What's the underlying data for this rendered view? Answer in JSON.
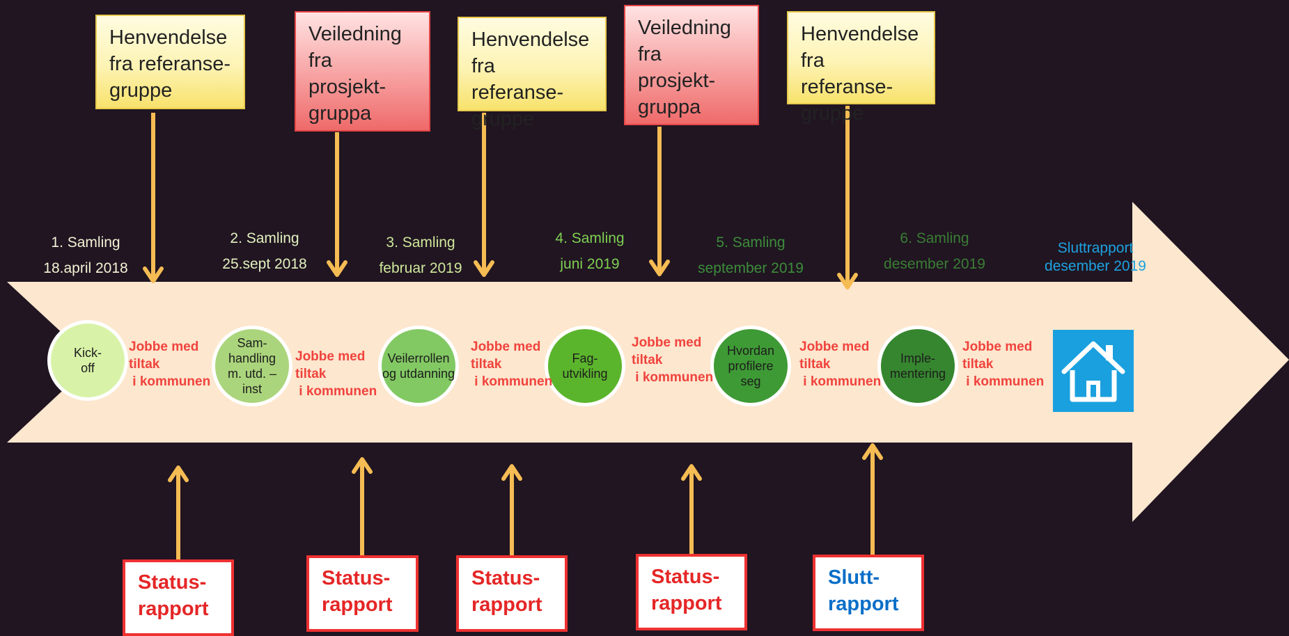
{
  "colors": {
    "background": "#201521",
    "arrow": "#fde7cf",
    "connector": "#f5bc54",
    "work_text": "#f0433d",
    "report_red": "#e52626",
    "report_blue": "#0a6ec8",
    "home_blue": "#1aa0de"
  },
  "top_boxes": [
    {
      "text": "Henvendelse\nfra referanse-\ngruppe",
      "kind": "yellow"
    },
    {
      "text": "Veiledning\nfra\nprosjekt-\ngruppa",
      "kind": "red"
    },
    {
      "text": "Henvendelse\nfra referanse-\ngruppe",
      "kind": "yellow"
    },
    {
      "text": "Veiledning\nfra\nprosjekt-\ngruppa",
      "kind": "red"
    },
    {
      "text": "Henvendelse\nfra referanse-\ngruppe",
      "kind": "yellow"
    }
  ],
  "sessions": [
    {
      "text": "1. Samling\n18.april 2018",
      "color": "#f3f3d6"
    },
    {
      "text": "2. Samling\n25.sept 2018",
      "color": "#e3f1c0"
    },
    {
      "text": "3. Samling\nfebruar 2019",
      "color": "#cfe89a"
    },
    {
      "text": "4. Samling\njuni 2019",
      "color": "#7fcf52"
    },
    {
      "text": "5. Samling\nseptember 2019",
      "color": "#3c8d3a"
    },
    {
      "text": "6. Samling\ndesember 2019",
      "color": "#3a7d34"
    }
  ],
  "final_label": "Sluttrapport\ndesember 2019",
  "steps": [
    {
      "text": "Kick-\noff",
      "color": "#d8f3a8"
    },
    {
      "text": "Sam-\nhandling\nm. utd. –\ninst",
      "color": "#abd57c"
    },
    {
      "text": "Veilerrollen\nog utdanning",
      "color": "#82c963"
    },
    {
      "text": "Fag-\nutvikling",
      "color": "#5bb52c"
    },
    {
      "text": "Hvordan\nprofilere\nseg",
      "color": "#3e9a35"
    },
    {
      "text": "Imple-\nmentering",
      "color": "#36862f"
    }
  ],
  "work_label": "Jobbe med\ntiltak\n i kommunen",
  "reports": [
    {
      "text": "Status-\nrapport",
      "color": "#e52626"
    },
    {
      "text": "Status-\nrapport",
      "color": "#e52626"
    },
    {
      "text": "Status-\nrapport",
      "color": "#e52626"
    },
    {
      "text": "Status-\nrapport",
      "color": "#e52626"
    },
    {
      "text": "Slutt-\nrapport",
      "color": "#0a6ec8"
    }
  ],
  "home_icon": "house-icon"
}
